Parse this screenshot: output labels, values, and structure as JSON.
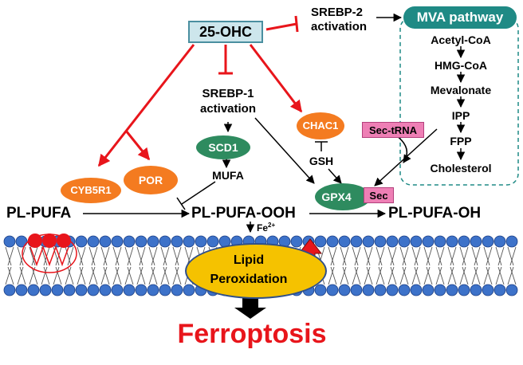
{
  "nodes": {
    "ohc": "25-OHC",
    "srebp2": "SREBP-2\nactivation",
    "srebp1": "SREBP-1\nactivation",
    "chac1": "CHAC1",
    "scd1": "SCD1",
    "mufa": "MUFA",
    "gsh": "GSH",
    "cyb5r1": "CYB5R1",
    "por": "POR",
    "gpx4": "GPX4",
    "sec": "Sec",
    "sec_trna": "Sec-tRNA",
    "pl_pufa": "PL-PUFA",
    "pl_pufa_ooh": "PL-PUFA-OOH",
    "pl_pufa_oh": "PL-PUFA-OH",
    "fe": "Fe",
    "fe_sup": "2+",
    "lipid_peroxidation": "Lipid\nPeroxidation",
    "ferroptosis": "Ferroptosis"
  },
  "mva": {
    "title": "MVA pathway",
    "steps": [
      "Acetyl-CoA",
      "HMG-CoA",
      "Mevalonate",
      "IPP",
      "FPP",
      "Cholesterol"
    ]
  },
  "colors": {
    "inhibit_red": "#e8151b",
    "orange_node": "#f47b20",
    "green_node": "#2e8b5f",
    "teal_header": "#1f8a85",
    "pink_box": "#ee7fb5",
    "membrane_blue": "#3d72c9",
    "ellipse_yellow": "#f5c200",
    "ferroptosis_red": "#e8151b"
  }
}
